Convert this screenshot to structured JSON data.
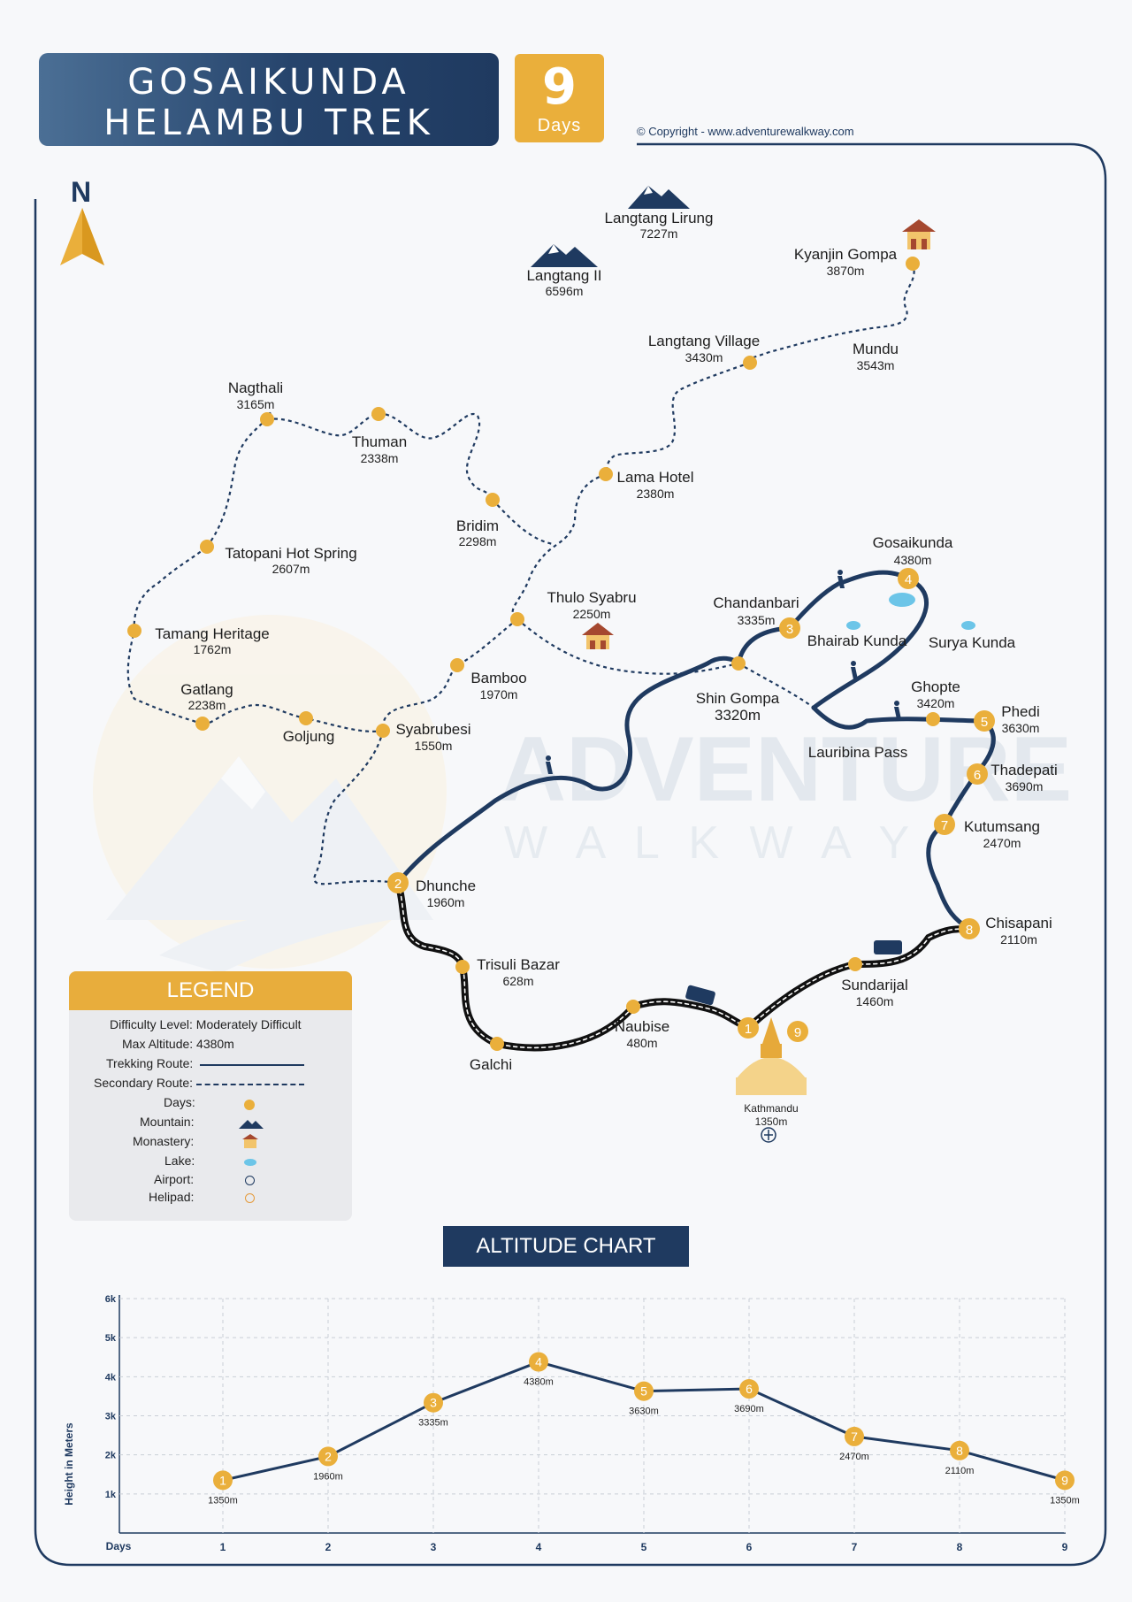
{
  "header": {
    "title_line1": "GOSAIKUNDA",
    "title_line2": "HELAMBU TREK",
    "days_number": "9",
    "days_label": "Days",
    "copyright": "© Copyright - www.adventurewalkway.com"
  },
  "compass": {
    "label": "N"
  },
  "watermark": {
    "line1": "ADVENTURE",
    "line2": "W A L K W A Y"
  },
  "mountains": [
    {
      "name": "Langtang Lirung",
      "alt": "7227m"
    },
    {
      "name": "Langtang II",
      "alt": "6596m"
    }
  ],
  "places": {
    "kyanjin": {
      "name": "Kyanjin Gompa",
      "alt": "3870m"
    },
    "mundu": {
      "name": "Mundu",
      "alt": "3543m"
    },
    "langtang_village": {
      "name": "Langtang Village",
      "alt": "3430m"
    },
    "lama_hotel": {
      "name": "Lama Hotel",
      "alt": "2380m"
    },
    "nagthali": {
      "name": "Nagthali",
      "alt": "3165m"
    },
    "thuman": {
      "name": "Thuman",
      "alt": "2338m"
    },
    "bridim": {
      "name": "Bridim",
      "alt": "2298m"
    },
    "tatopani": {
      "name": "Tatopani Hot Spring",
      "alt": "2607m"
    },
    "tamang": {
      "name": "Tamang Heritage",
      "alt": "1762m"
    },
    "gatlang": {
      "name": "Gatlang",
      "alt": "2238m"
    },
    "goljung": {
      "name": "Goljung",
      "alt": ""
    },
    "syabrubesi": {
      "name": "Syabrubesi",
      "alt": "1550m"
    },
    "bamboo": {
      "name": "Bamboo",
      "alt": "1970m"
    },
    "thulo_syabru": {
      "name": "Thulo Syabru",
      "alt": "2250m"
    },
    "chandanbari": {
      "name": "Chandanbari",
      "alt": "3335m"
    },
    "gosaikunda": {
      "name": "Gosaikunda",
      "alt": "4380m"
    },
    "bhairab_kunda": {
      "name": "Bhairab Kunda",
      "alt": ""
    },
    "surya_kunda": {
      "name": "Surya Kunda",
      "alt": ""
    },
    "shin_gompa": {
      "name": "Shin Gompa",
      "alt": "3320m"
    },
    "ghopte": {
      "name": "Ghopte",
      "alt": "3420m"
    },
    "phedi": {
      "name": "Phedi",
      "alt": "3630m"
    },
    "lauribina": {
      "name": "Lauribina Pass",
      "alt": ""
    },
    "thadepati": {
      "name": "Thadepati",
      "alt": "3690m"
    },
    "kutumsang": {
      "name": "Kutumsang",
      "alt": "2470m"
    },
    "chisapani": {
      "name": "Chisapani",
      "alt": "2110m"
    },
    "dhunche": {
      "name": "Dhunche",
      "alt": "1960m"
    },
    "trisuli": {
      "name": "Trisuli Bazar",
      "alt": "628m"
    },
    "galchi": {
      "name": "Galchi",
      "alt": ""
    },
    "naubise": {
      "name": "Naubise",
      "alt": "480m"
    },
    "sundarijal": {
      "name": "Sundarijal",
      "alt": "1460m"
    },
    "kathmandu": {
      "name": "Kathmandu",
      "alt": "1350m"
    }
  },
  "day_markers": [
    "1",
    "2",
    "3",
    "4",
    "5",
    "6",
    "7",
    "8",
    "9"
  ],
  "legend": {
    "title": "LEGEND",
    "difficulty": "Difficulty Level: Moderately Difficult",
    "max_altitude": "Max Altitude: 4380m",
    "trekking_route": "Trekking Route:",
    "secondary_route": "Secondary Route:",
    "days": "Days:",
    "mountain": "Mountain:",
    "monastery": "Monastery:",
    "lake": "Lake:",
    "airport": "Airport:",
    "helipad": "Helipad:"
  },
  "colors": {
    "navy": "#1f3a60",
    "gold": "#eaaf3b",
    "lake": "#6cc5e8"
  },
  "chart_title": "ALTITUDE CHART",
  "chart_data": {
    "type": "line",
    "xlabel": "Days",
    "ylabel": "Height in Meters",
    "x": [
      1,
      2,
      3,
      4,
      5,
      6,
      7,
      8,
      9
    ],
    "values": [
      1350,
      1960,
      3335,
      4380,
      3630,
      3690,
      2470,
      2110,
      1350
    ],
    "point_labels": [
      "1350m",
      "1960m",
      "3335m",
      "4380m",
      "3630m",
      "3690m",
      "2470m",
      "2110m",
      "1350m"
    ],
    "yticks": [
      "1k",
      "2k",
      "3k",
      "4k",
      "5k",
      "6k"
    ],
    "ylim": [
      0,
      6000
    ],
    "grid": true
  }
}
